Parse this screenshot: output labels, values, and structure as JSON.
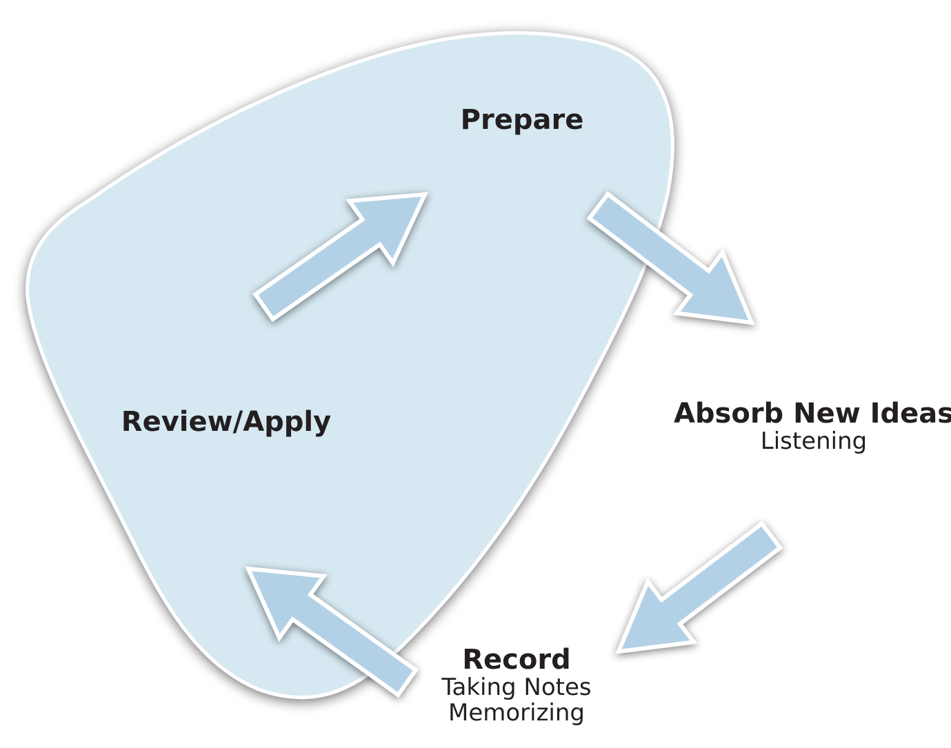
{
  "colors": {
    "blob_fill": "#d6e8f1",
    "blob_stroke": "#ffffff",
    "arrow_fill": "#b3d1e6",
    "arrow_stroke": "#ffffff",
    "text": "#231f20"
  },
  "stages": {
    "prepare": {
      "title": "Prepare"
    },
    "absorb": {
      "title": "Absorb New Ideas",
      "sub": [
        "Listening"
      ]
    },
    "record": {
      "title": "Record",
      "sub": [
        "Taking Notes",
        "Memorizing"
      ]
    },
    "review": {
      "title": "Review/Apply"
    }
  }
}
